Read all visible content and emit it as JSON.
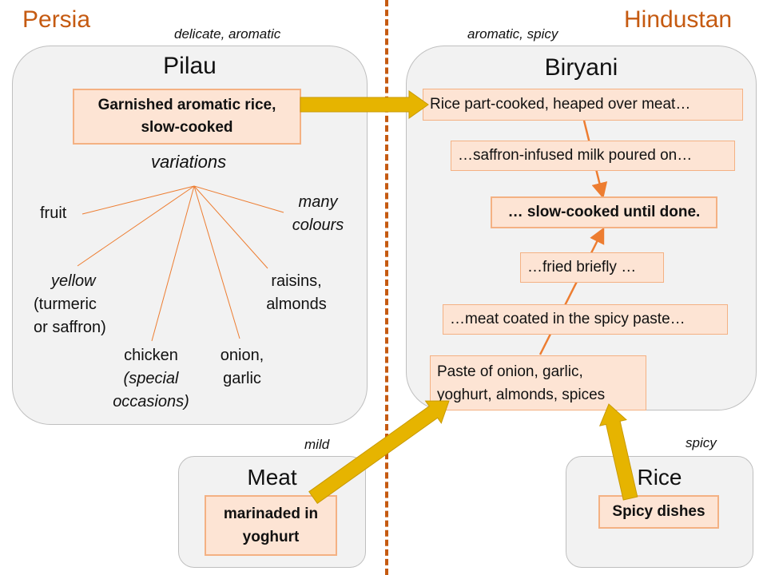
{
  "regions": {
    "left": "Persia",
    "right": "Hindustan"
  },
  "notes": {
    "pilau": "delicate, aromatic",
    "biryani": "aromatic, spicy",
    "meat": "mild",
    "rice": "spicy"
  },
  "pilau": {
    "title": "Pilau",
    "main": "Garnished aromatic rice, slow-cooked",
    "variations": "variations",
    "items": {
      "fruit": "fruit",
      "colours_1": "many",
      "colours_2": "colours",
      "yellow": "yellow",
      "yellow_2": "(turmeric",
      "yellow_3": "or saffron)",
      "raisins": "raisins,",
      "raisins_2": "almonds",
      "chicken": "chicken",
      "chicken_2": "(special",
      "chicken_3": "occasions)",
      "onion": "onion,",
      "onion_2": "garlic"
    }
  },
  "biryani": {
    "title": "Biryani",
    "steps": [
      "Rice part-cooked, heaped over meat…",
      "…saffron-infused milk poured on…",
      "… slow-cooked until done.",
      "…fried briefly …",
      "…meat coated in the spicy paste…",
      "Paste of onion, garlic, yoghurt, almonds, spices"
    ]
  },
  "meat": {
    "title": "Meat",
    "box": "marinaded in yoghurt"
  },
  "rice": {
    "title": "Rice",
    "box": "Spicy dishes"
  },
  "colors": {
    "accent": "#c55a11",
    "box_fill": "#fde4d4",
    "box_border": "#f4b183",
    "arrow": "#e6b400",
    "line": "#ed7d31"
  }
}
